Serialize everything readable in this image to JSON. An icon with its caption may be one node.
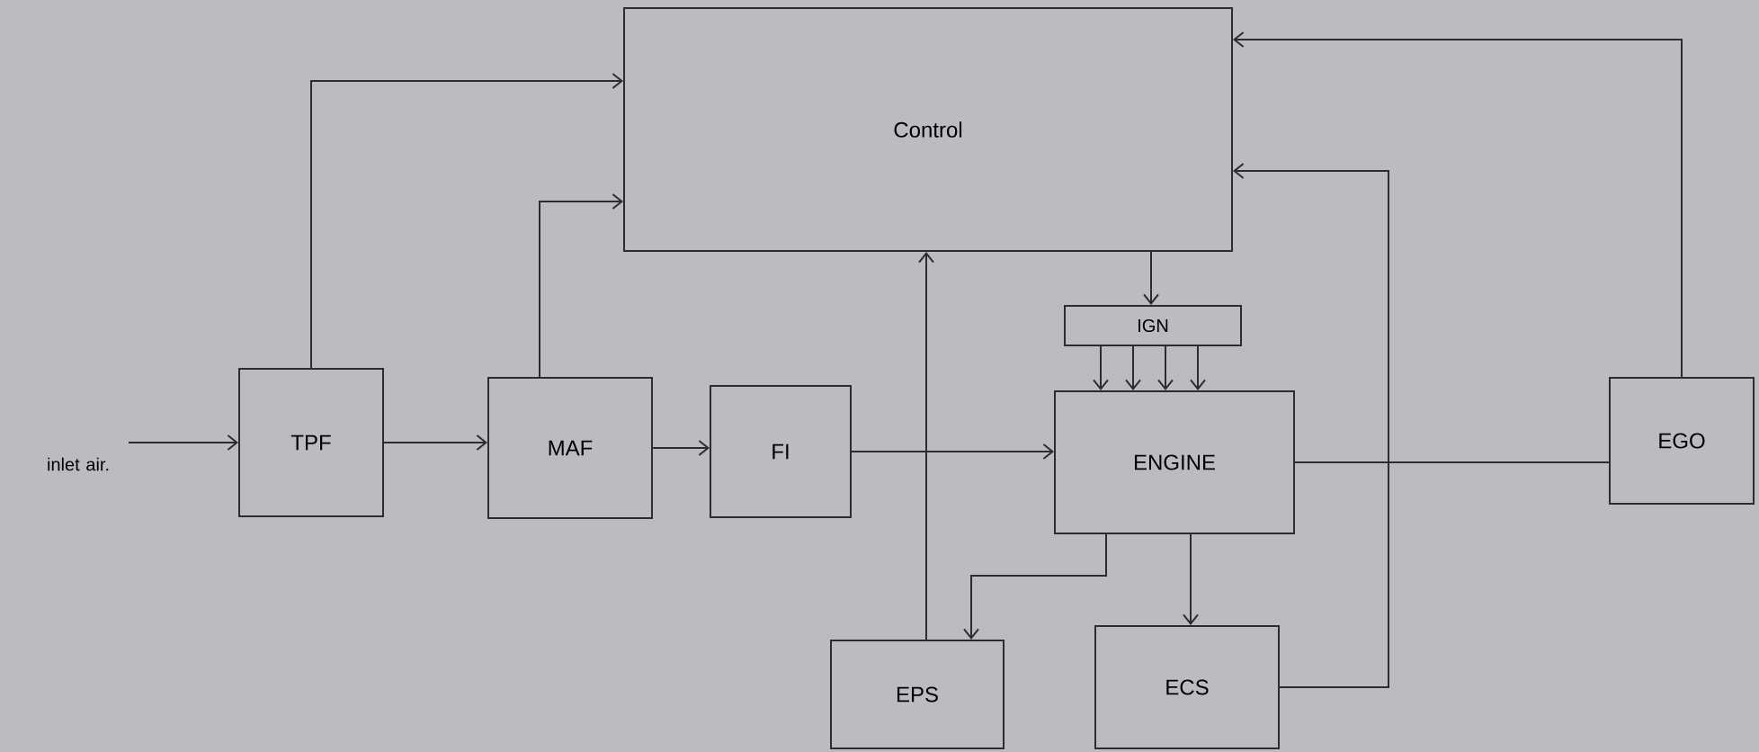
{
  "diagram": {
    "nodes": [
      {
        "text": [
          "Control"
        ]
      },
      {
        "text": [
          "TPF"
        ]
      },
      {
        "text": [
          "MAF"
        ]
      },
      {
        "text": [
          "FI"
        ]
      },
      {
        "text": [
          "IGN"
        ]
      },
      {
        "text": [
          "ENGINE"
        ]
      },
      {
        "text": [
          "EGO"
        ]
      },
      {
        "text": [
          "EPS"
        ]
      },
      {
        "text": [
          "ECS"
        ]
      },
      {
        "text": [
          "inlet air."
        ]
      }
    ],
    "edges": [
      {
        "from": 9,
        "to": 1,
        "arrow": "to"
      },
      {
        "from": 1,
        "to": 0,
        "arrow": "to"
      },
      {
        "from": 2,
        "to": 0,
        "arrow": "to"
      },
      {
        "from": 1,
        "to": 2,
        "arrow": "to"
      },
      {
        "from": 2,
        "to": 3,
        "arrow": "to"
      },
      {
        "from": 3,
        "to": 5,
        "arrow": "to"
      },
      {
        "from": 0,
        "to": 4,
        "arrow": "to"
      },
      {
        "from": 4,
        "to": 5,
        "arrow": "to"
      },
      {
        "from": 5,
        "to": 6,
        "arrow": "none"
      },
      {
        "from": 6,
        "to": 0,
        "arrow": "to"
      },
      {
        "from": 8,
        "to": 0,
        "arrow": "to"
      },
      {
        "from": 5,
        "to": 7,
        "arrow": "to"
      },
      {
        "from": 5,
        "to": 8,
        "arrow": "to"
      },
      {
        "from": 7,
        "to": 0,
        "arrow": "to"
      },
      {
        "from": 4,
        "to": 5,
        "arrow": "to"
      },
      {
        "from": 4,
        "to": 5,
        "arrow": "to"
      },
      {
        "from": 4,
        "to": 5,
        "arrow": "to"
      }
    ]
  }
}
